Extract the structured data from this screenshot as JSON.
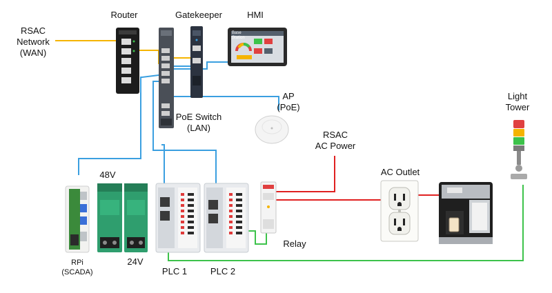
{
  "labels": {
    "rsac_network": "RSAC\nNetwork\n(WAN)",
    "router": "Router",
    "gatekeeper": "Gatekeeper",
    "hmi": "HMI",
    "ap": "AP\n(PoE)",
    "poe_switch": "PoE Switch\n(LAN)",
    "light_tower": "Light\nTower",
    "rsac_power": "RSAC\nAC Power",
    "ac_outlet": "AC Outlet",
    "v48": "48V",
    "v24": "24V",
    "rpi": "RPi\n(SCADA)",
    "plc1": "PLC 1",
    "plc2": "PLC 2",
    "relay": "Relay"
  },
  "colors": {
    "wan": "#f5b400",
    "lan": "#3a9fe0",
    "power": "#e02020",
    "signal": "#3cc24a"
  },
  "hmi_screen": {
    "title": "Base Station"
  }
}
